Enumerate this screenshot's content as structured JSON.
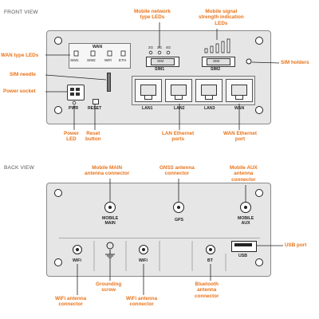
{
  "front": {
    "title": "FRONT VIEW",
    "labels": {
      "wan": "WAN",
      "sim1": "SIM1",
      "sim2": "SIM2",
      "wifi": "WiFi",
      "eth": "ETH",
      "g2": "2G",
      "g3": "3G",
      "g4": "4G",
      "sim_slot1": "SIM",
      "sim_slot2": "SIM",
      "sim1_bottom": "SIM1",
      "sim2_bottom": "SIM2",
      "pwr": "PWR",
      "reset": "RESET",
      "lan1": "LAN1",
      "lan2": "LAN2",
      "lan3": "LAN3",
      "wan_port": "WAN"
    },
    "callouts": {
      "mobile_network_leds": "Mobile network\ntype LEDs",
      "signal_strength_leds": "Mobile signal\nstrength indication\nLEDs",
      "wan_type_leds": "WAN type LEDs",
      "sim_holders": "SIM holders",
      "sim_needle": "SIM needle",
      "power_socket": "Power socket",
      "power_led": "Power\nLED",
      "reset_button": "Reset\nbutton",
      "lan_ports": "LAN Ethernet\nports",
      "wan_port": "WAN Ethernet\nport"
    }
  },
  "back": {
    "title": "BACK VIEW",
    "labels": {
      "mobile_main": "MOBILE\nMAIN",
      "gps": "GPS",
      "mobile_aux": "MOBILE\nAUX",
      "usb": "USB",
      "wifi1": "WiFi",
      "wifi2": "WiFi",
      "bt": "BT"
    },
    "callouts": {
      "mobile_main": "Mobile MAIN\nantenna connector",
      "gnss": "GNSS antenna\nconnector",
      "mobile_aux": "Mobile AUX\nantenna\nconnector",
      "usb_port": "USB port",
      "grounding": "Grounding\nscrew",
      "wifi_connector_1": "WiFi antenna\nconnector",
      "wifi_connector_2": "WiFi antenna\nconnector",
      "bluetooth": "Bluetooth\nantenna\nconnector"
    }
  },
  "colors": {
    "callout": "#e8731a",
    "device_body": "#e6e6e6",
    "outline": "#222222"
  },
  "icons": [
    "screw-icon",
    "rj45-port-icon",
    "sma-connector-icon",
    "ground-symbol-icon",
    "power-socket-icon"
  ]
}
